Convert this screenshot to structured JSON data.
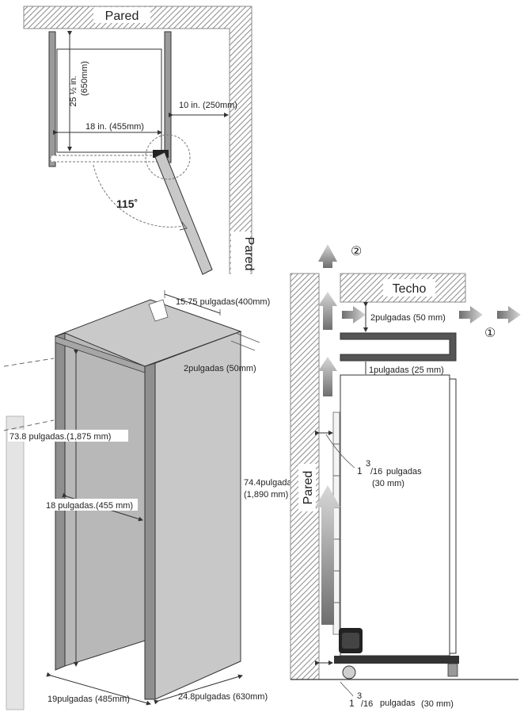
{
  "top_view": {
    "wall_top": "Pared",
    "wall_right": "Pared",
    "depth_in": "25 ½ in.",
    "depth_mm": "(650mm)",
    "width": "18 in. (455mm)",
    "side_gap": "10 in. (250mm)",
    "door_angle": "115˚"
  },
  "enclosure_view": {
    "top_depth": "15.75 pulgadas(400mm)",
    "top_gap": "2pulgadas (50mm)",
    "inner_height": "73.8 pulgadas.(1,875 mm)",
    "inner_width": "18 pulgadas.(455 mm)",
    "outer_height_a": "74.4pulgadas",
    "outer_height_b": "(1,890 mm)",
    "outer_width": "19pulgadas (485mm)",
    "outer_depth": "24.8pulgadas (630mm)"
  },
  "side_view": {
    "ceiling": "Techo",
    "wall": "Pared",
    "marker_1": "①",
    "marker_2": "②",
    "top_gap": "2pulgadas (50 mm)",
    "shelf_gap": "1pulgadas (25 mm)",
    "back_gap_whole": "1",
    "back_gap_num": "3",
    "back_gap_den": "/16",
    "back_gap_unit": "pulgadas",
    "back_gap_mm": "(30 mm)",
    "bottom_gap_whole": "1",
    "bottom_gap_num": "3",
    "bottom_gap_den": "/16",
    "bottom_gap_unit": "pulgadas",
    "bottom_gap_mm": "(30 mm)"
  },
  "colors": {
    "hatch": "#8a8a8a",
    "panel": "#c8c8c8",
    "panel_dark": "#8f8f8f",
    "arrow": "#9a9a9a"
  }
}
